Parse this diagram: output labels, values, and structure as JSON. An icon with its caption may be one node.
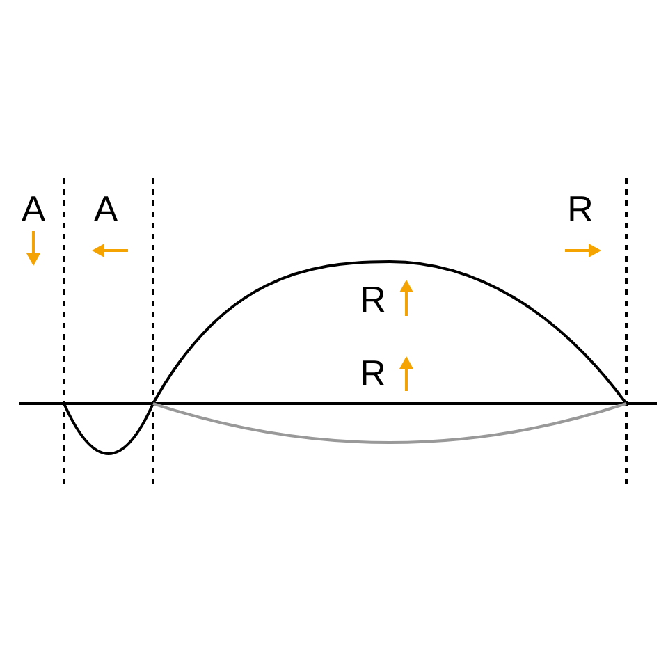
{
  "diagram": {
    "labels": [
      "A",
      "A",
      "R",
      "R",
      "R"
    ]
  }
}
